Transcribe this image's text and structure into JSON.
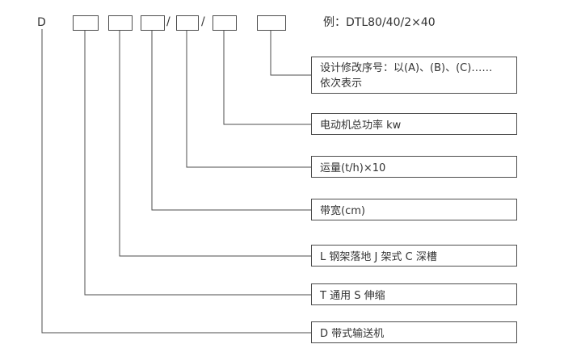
{
  "top": {
    "prefix": "D",
    "slash1": "/",
    "slash2": "/",
    "example": "例：DTL80/40/2×40"
  },
  "labels": {
    "design_revision_line1": "设计修改序号：以(A)、(B)、(C)……",
    "design_revision_line2": "依次表示",
    "motor_power": "电动机总功率 kw",
    "capacity": "运量(t/h)×10",
    "belt_width": "带宽(cm)",
    "frame_type": "L 钢架落地 J 架式 C 深槽",
    "variant": "T 通用 S 伸缩",
    "conveyor": "D 带式输送机"
  }
}
